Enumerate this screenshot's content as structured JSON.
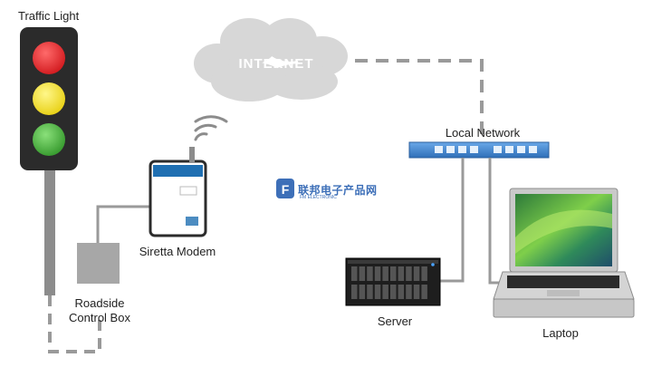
{
  "labels": {
    "traffic_light": "Traffic Light",
    "internet": "INTERNET",
    "modem": "Siretta Modem",
    "roadside_line1": "Roadside",
    "roadside_line2": "Control Box",
    "local_network": "Local Network",
    "server": "Server",
    "laptop": "Laptop"
  },
  "watermark": {
    "text": "联邦电子产品网",
    "subtext": "FM ELECTRONIC"
  },
  "colors": {
    "light_red": "#e8262b",
    "light_yellow": "#f3e928",
    "light_green": "#4cb33f",
    "housing": "#2b2b2b",
    "pole": "#8c8c8c",
    "cloud": "#d7d7d7",
    "switch": "#3f82c9",
    "cable": "#9a9a9a",
    "dashed": "#9a9a9a"
  }
}
